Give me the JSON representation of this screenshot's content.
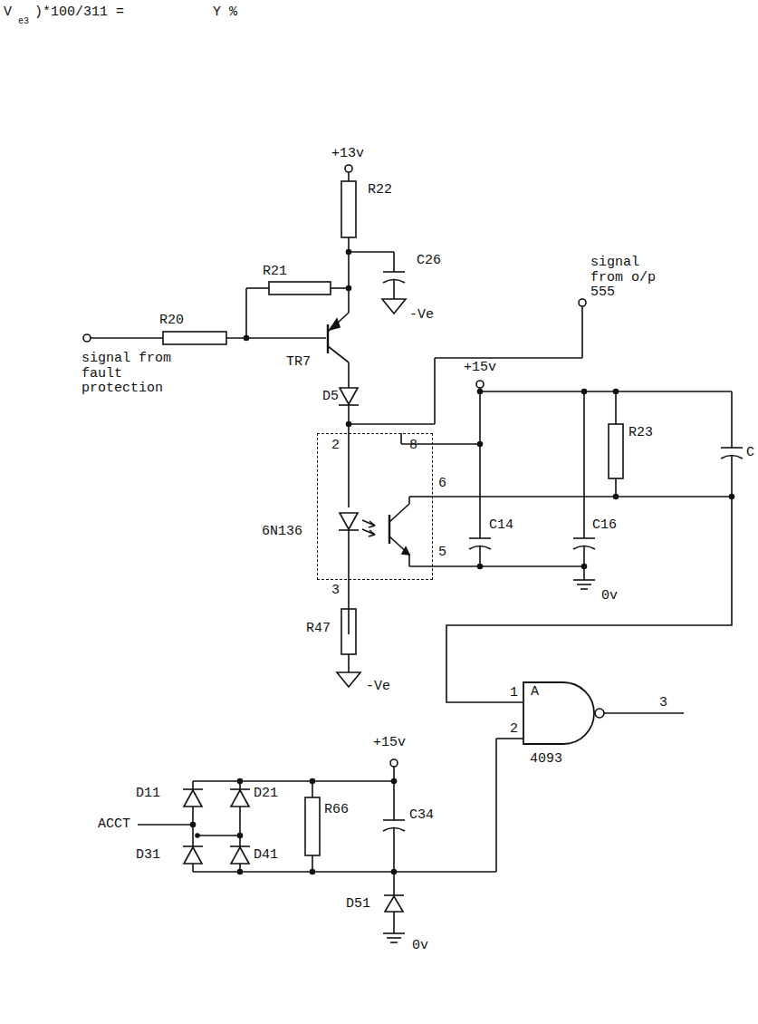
{
  "diagram": {
    "nodes": [
      {
        "text": [
          "6N136"
        ]
      },
      {
        "text": [
          "A",
          "4093"
        ]
      }
    ],
    "edges": [
      {
        "from": 0,
        "to": 1,
        "arrow": "none"
      }
    ],
    "labels": [
      "V",
      "e3",
      ")*100/311 =",
      "Y %",
      "+13v",
      "R22",
      "R21",
      "C26",
      "-Ve",
      "signal from o/p 555",
      "R20",
      "TR7",
      "signal from fault protection",
      "D5",
      "+15v",
      "R23",
      "C",
      "2",
      "8",
      "6",
      "5",
      "3",
      "C14",
      "C16",
      "0v",
      "R47",
      "-Ve",
      "1",
      "2",
      "3",
      "+15v",
      "D11",
      "D21",
      "ACCT",
      "D31",
      "D41",
      "R66",
      "C34",
      "D51",
      "0v"
    ]
  }
}
